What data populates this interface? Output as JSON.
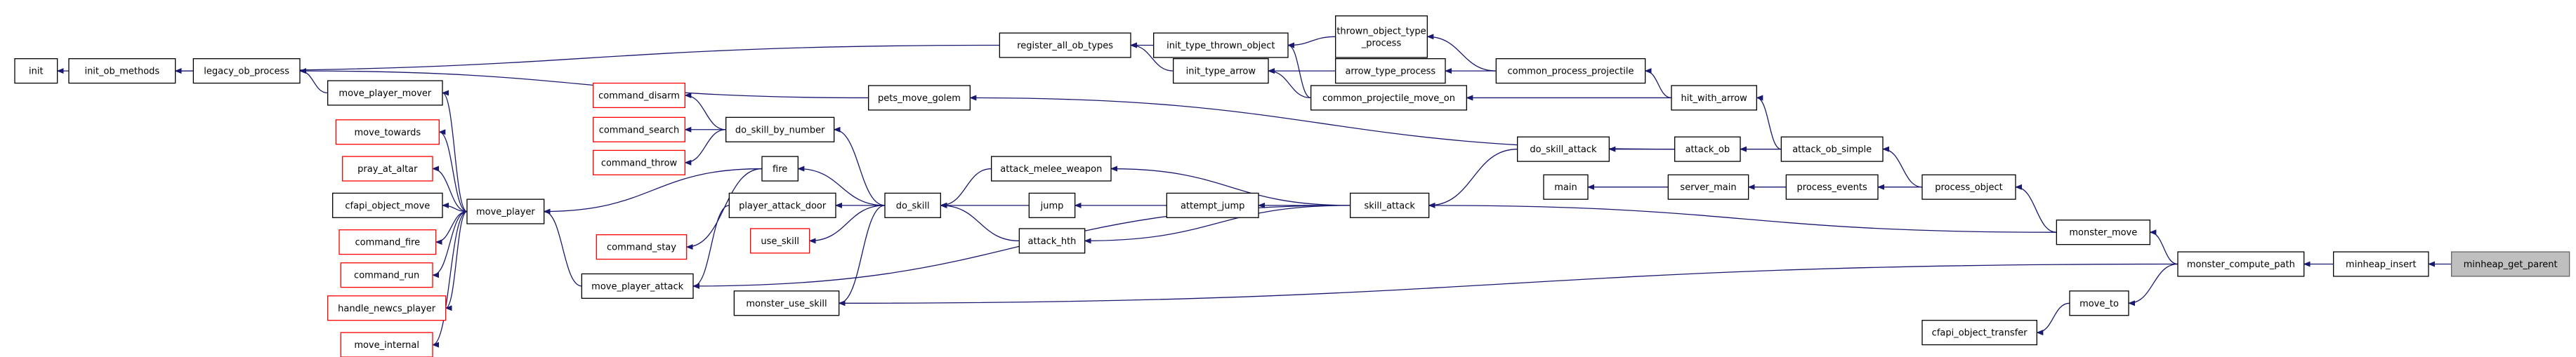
{
  "diagram": {
    "type": "call-graph",
    "colors": {
      "edge": "#191970",
      "node_border": "#000000",
      "node_border_truncated": "#ff0000",
      "target_fill": "#bfbfbf",
      "target_border": "#666666"
    },
    "nodes": [
      {
        "id": "init",
        "label": "init"
      },
      {
        "id": "init_ob_methods",
        "label": "init_ob_methods"
      },
      {
        "id": "legacy_ob_process",
        "label": "legacy_ob_process"
      },
      {
        "id": "register_all_ob_types",
        "label": "register_all_ob_types"
      },
      {
        "id": "init_type_thrown_object",
        "label": "init_type_thrown_object"
      },
      {
        "id": "init_type_arrow",
        "label": "init_type_arrow"
      },
      {
        "id": "thrown_object_type_process",
        "label": "thrown_object_type",
        "label2": "_process"
      },
      {
        "id": "arrow_type_process",
        "label": "arrow_type_process"
      },
      {
        "id": "common_process_projectile",
        "label": "common_process_projectile"
      },
      {
        "id": "common_projectile_move_on",
        "label": "common_projectile_move_on"
      },
      {
        "id": "hit_with_arrow",
        "label": "hit_with_arrow"
      },
      {
        "id": "pets_move_golem",
        "label": "pets_move_golem"
      },
      {
        "id": "move_player_mover",
        "label": "move_player_mover"
      },
      {
        "id": "move_towards",
        "label": "move_towards",
        "truncated": true
      },
      {
        "id": "pray_at_altar",
        "label": "pray_at_altar",
        "truncated": true
      },
      {
        "id": "cfapi_object_move",
        "label": "cfapi_object_move"
      },
      {
        "id": "command_fire",
        "label": "command_fire",
        "truncated": true
      },
      {
        "id": "command_run",
        "label": "command_run",
        "truncated": true
      },
      {
        "id": "handle_newcs_player",
        "label": "handle_newcs_player",
        "truncated": true
      },
      {
        "id": "move_internal",
        "label": "move_internal",
        "truncated": true
      },
      {
        "id": "move_player",
        "label": "move_player"
      },
      {
        "id": "move_player_attack",
        "label": "move_player_attack"
      },
      {
        "id": "command_disarm",
        "label": "command_disarm",
        "truncated": true
      },
      {
        "id": "command_search",
        "label": "command_search",
        "truncated": true
      },
      {
        "id": "command_throw",
        "label": "command_throw",
        "truncated": true
      },
      {
        "id": "do_skill_by_number",
        "label": "do_skill_by_number"
      },
      {
        "id": "fire",
        "label": "fire"
      },
      {
        "id": "command_stay",
        "label": "command_stay",
        "truncated": true
      },
      {
        "id": "player_attack_door",
        "label": "player_attack_door"
      },
      {
        "id": "use_skill",
        "label": "use_skill",
        "truncated": true
      },
      {
        "id": "do_skill",
        "label": "do_skill"
      },
      {
        "id": "monster_use_skill",
        "label": "monster_use_skill"
      },
      {
        "id": "attack_melee_weapon",
        "label": "attack_melee_weapon"
      },
      {
        "id": "jump",
        "label": "jump"
      },
      {
        "id": "attempt_jump",
        "label": "attempt_jump"
      },
      {
        "id": "attack_hth",
        "label": "attack_hth"
      },
      {
        "id": "skill_attack",
        "label": "skill_attack"
      },
      {
        "id": "do_skill_attack",
        "label": "do_skill_attack"
      },
      {
        "id": "attack_ob",
        "label": "attack_ob"
      },
      {
        "id": "attack_ob_simple",
        "label": "attack_ob_simple"
      },
      {
        "id": "main",
        "label": "main"
      },
      {
        "id": "server_main",
        "label": "server_main"
      },
      {
        "id": "process_events",
        "label": "process_events"
      },
      {
        "id": "process_object",
        "label": "process_object"
      },
      {
        "id": "monster_move",
        "label": "monster_move"
      },
      {
        "id": "monster_compute_path",
        "label": "monster_compute_path"
      },
      {
        "id": "move_to",
        "label": "move_to"
      },
      {
        "id": "cfapi_object_transfer",
        "label": "cfapi_object_transfer"
      },
      {
        "id": "minheap_insert",
        "label": "minheap_insert"
      },
      {
        "id": "minheap_get_parent",
        "label": "minheap_get_parent",
        "target": true
      }
    ]
  }
}
